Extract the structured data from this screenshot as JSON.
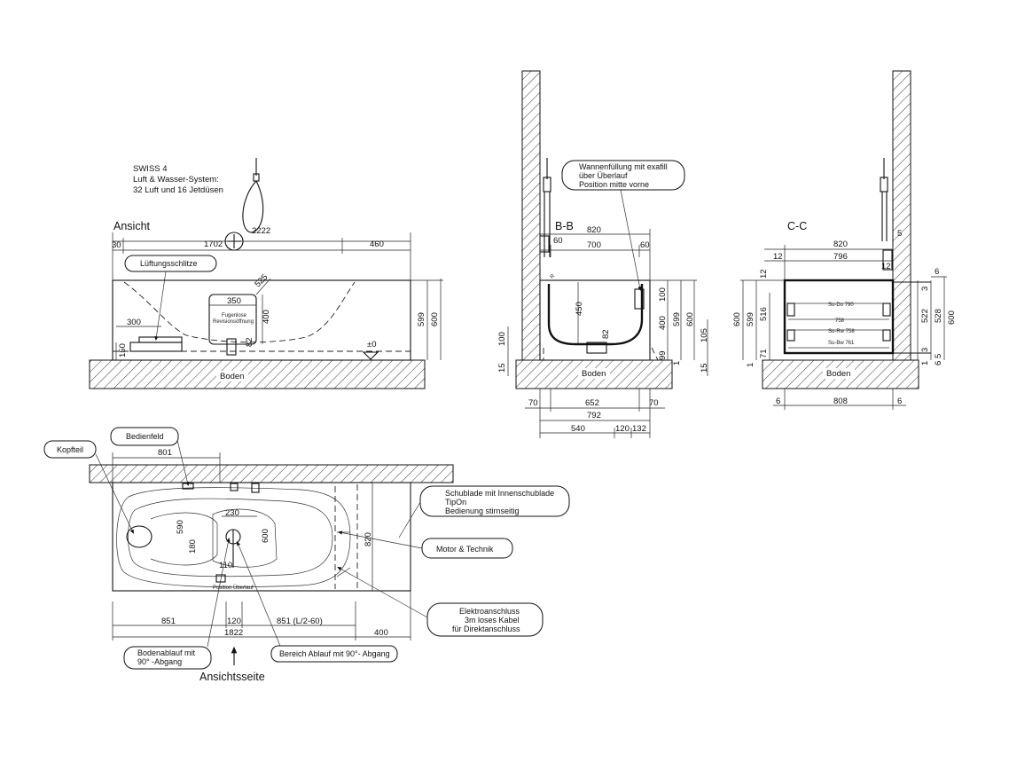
{
  "product": {
    "lines": [
      "SWISS 4",
      "Luft & Wasser-System:",
      "32 Luft und 16 Jetdüsen"
    ]
  },
  "views": {
    "ansicht": "Ansicht",
    "bb": "B-B",
    "cc": "C-C",
    "ansichtsseite": "Ansichtsseite"
  },
  "labels": {
    "boden": "Boden",
    "level": "±0",
    "revision_1": "Fugenlose",
    "revision_2": "Revisionsöffnung",
    "overflow_pos": "Position Überlauf",
    "su_do": "Su-Do 790",
    "su_rw": "Su-Rw 758",
    "su_bw": "Su-Bw 761",
    "v758": "758"
  },
  "callouts": {
    "lueftung": "Lüftungsschlitze",
    "wannenfuellung": [
      "Wannenfüllung mit exafill",
      "über Überlauf",
      "Position mitte vorne"
    ],
    "kopfteil": "Kopfteil",
    "bedienfeld": "Bedienfeld",
    "schublade": [
      "Schublade mit Innenschublade",
      "TipOn",
      "Bedienung stirnseitig"
    ],
    "motor": "Motor & Technik",
    "elektro": [
      "Elektroanschluss",
      "3m loses Kabel",
      "für Direktanschluss"
    ],
    "bodenablauf": [
      "Bodenablauf mit",
      "90° -Abgang"
    ],
    "bereich": "Bereich Ablauf mit 90°- Abgang"
  },
  "dims": {
    "a_30": "30",
    "a_1702": "1702",
    "a_2222": "2222",
    "a_460": "460",
    "a_350": "350",
    "a_400": "400",
    "a_300": "300",
    "a_150": "150",
    "a_599": "599",
    "a_600": "600",
    "a_525": "525",
    "a_82": "82",
    "b_820": "820",
    "b_60l": "60",
    "b_700": "700",
    "b_60r": "60",
    "b_100": "100",
    "b_450": "450",
    "b_82": "82",
    "b_15": "15",
    "b_100r": "100",
    "b_400": "400",
    "b_599": "599",
    "b_600": "600",
    "b_105": "105",
    "b_99": "99",
    "b_1": "1",
    "b_15r": "15",
    "b_70l": "70",
    "b_652": "652",
    "b_70r": "70",
    "b_792": "792",
    "b_540": "540",
    "b_120": "120",
    "b_132": "132",
    "c_820": "820",
    "c_796": "796",
    "c_12l": "12",
    "c_12r": "12",
    "c_5": "5",
    "c_6t": "6",
    "c_12v": "12",
    "c_600": "600",
    "c_599": "599",
    "c_516": "516",
    "c_3": "3",
    "c_522": "522",
    "c_528": "528",
    "c_600r": "600",
    "c_71": "71",
    "c_1": "1",
    "c_3b": "3",
    "c_1b": "1",
    "c_5b": "5",
    "c_6b": "6",
    "c_6l": "6",
    "c_808": "808",
    "c_6r": "6",
    "p_801": "801",
    "p_230": "230",
    "p_590": "590",
    "p_180": "180",
    "p_110": "110",
    "p_600": "600",
    "p_820": "820",
    "p_851l": "851",
    "p_120": "120",
    "p_851r": "851 (L/2-60)",
    "p_1822": "1822",
    "p_400": "400"
  }
}
